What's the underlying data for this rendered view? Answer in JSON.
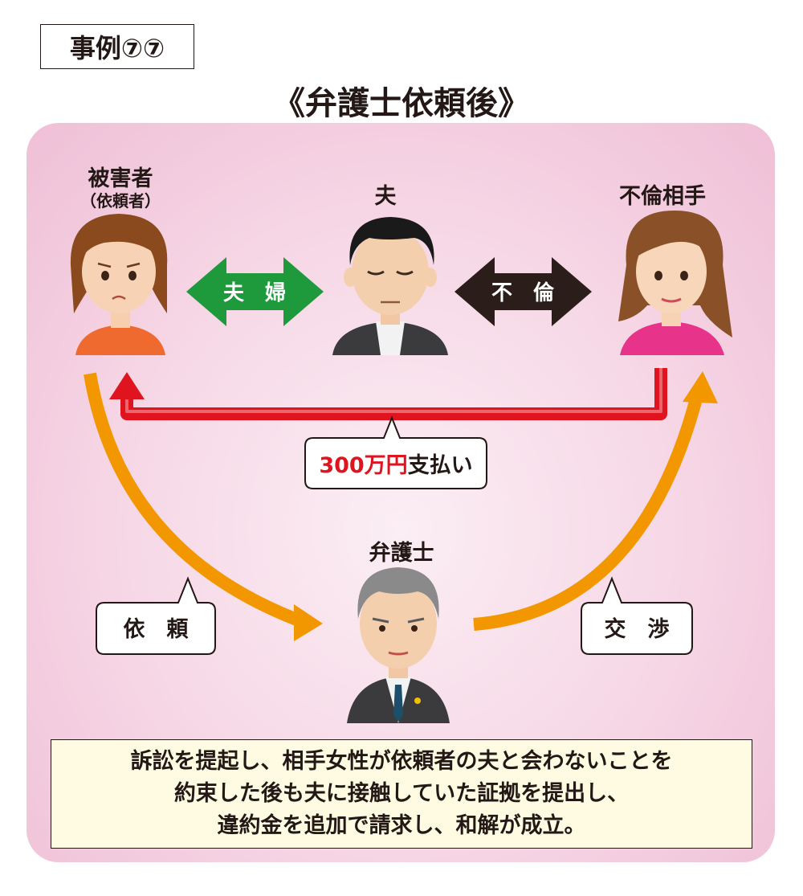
{
  "case_label": "事例⑦⑦",
  "title": "《弁護士依頼後》",
  "people": {
    "victim": {
      "label": "被害者",
      "sub": "（依頼者）"
    },
    "husband": {
      "label": "夫"
    },
    "partner": {
      "label": "不倫相手"
    },
    "lawyer": {
      "label": "弁護士"
    }
  },
  "relations": {
    "couple": "夫　婦",
    "affair": "不　倫"
  },
  "payment": {
    "amount": "300万円",
    "rest": "支払い"
  },
  "actions": {
    "request": "依　頼",
    "negotiation": "交　渉"
  },
  "caption": [
    "訴訟を提起し、相手女性が依頼者の夫と会わないことを",
    "約束した後も夫に接触していた証拠を提出し、",
    "違約金を追加で請求し、和解が成立。"
  ],
  "colors": {
    "couple_arrow": "#1e9a3c",
    "affair_arrow": "#2a1d1a",
    "payment_arrow": "#e0141e",
    "flow_arrow": "#f29700",
    "amount_text": "#e0141e"
  }
}
